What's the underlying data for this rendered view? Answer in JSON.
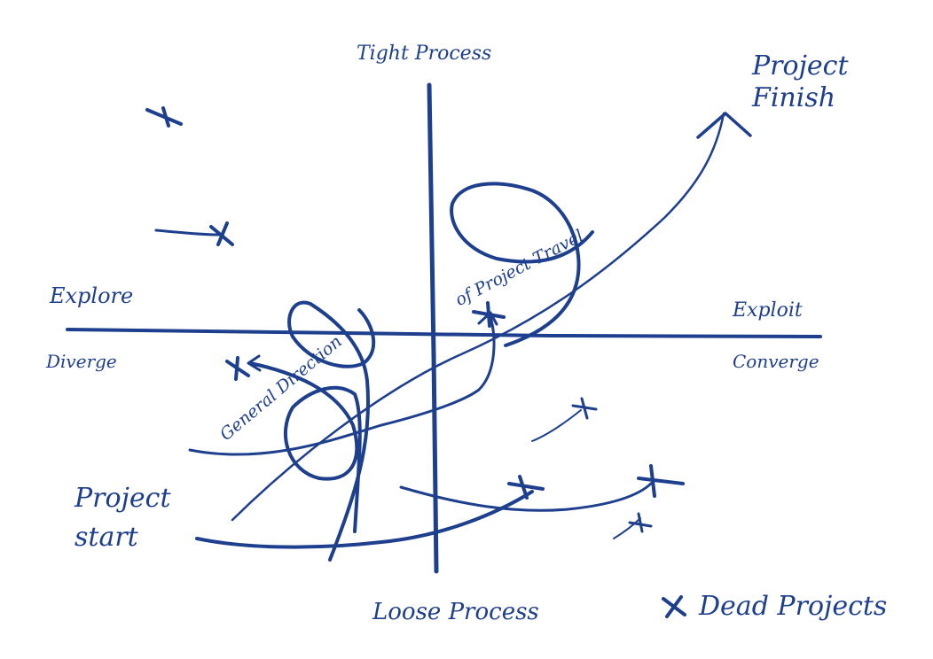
{
  "diagram": {
    "ink_color": "#1d3f8e",
    "labels": {
      "top_axis": "Tight Process",
      "bottom_axis": "Loose Process",
      "left_top": "Explore",
      "left_bottom": "Diverge",
      "right_top": "Exploit",
      "right_bottom": "Converge",
      "start_line1": "Project",
      "start_line2": "start",
      "finish_line1": "Project",
      "finish_line2": "Finish",
      "path_label_part1": "General Direction",
      "path_label_part2": "of Project Travel",
      "legend": "Dead Projects"
    },
    "legend_icon": "x-mark-icon"
  }
}
